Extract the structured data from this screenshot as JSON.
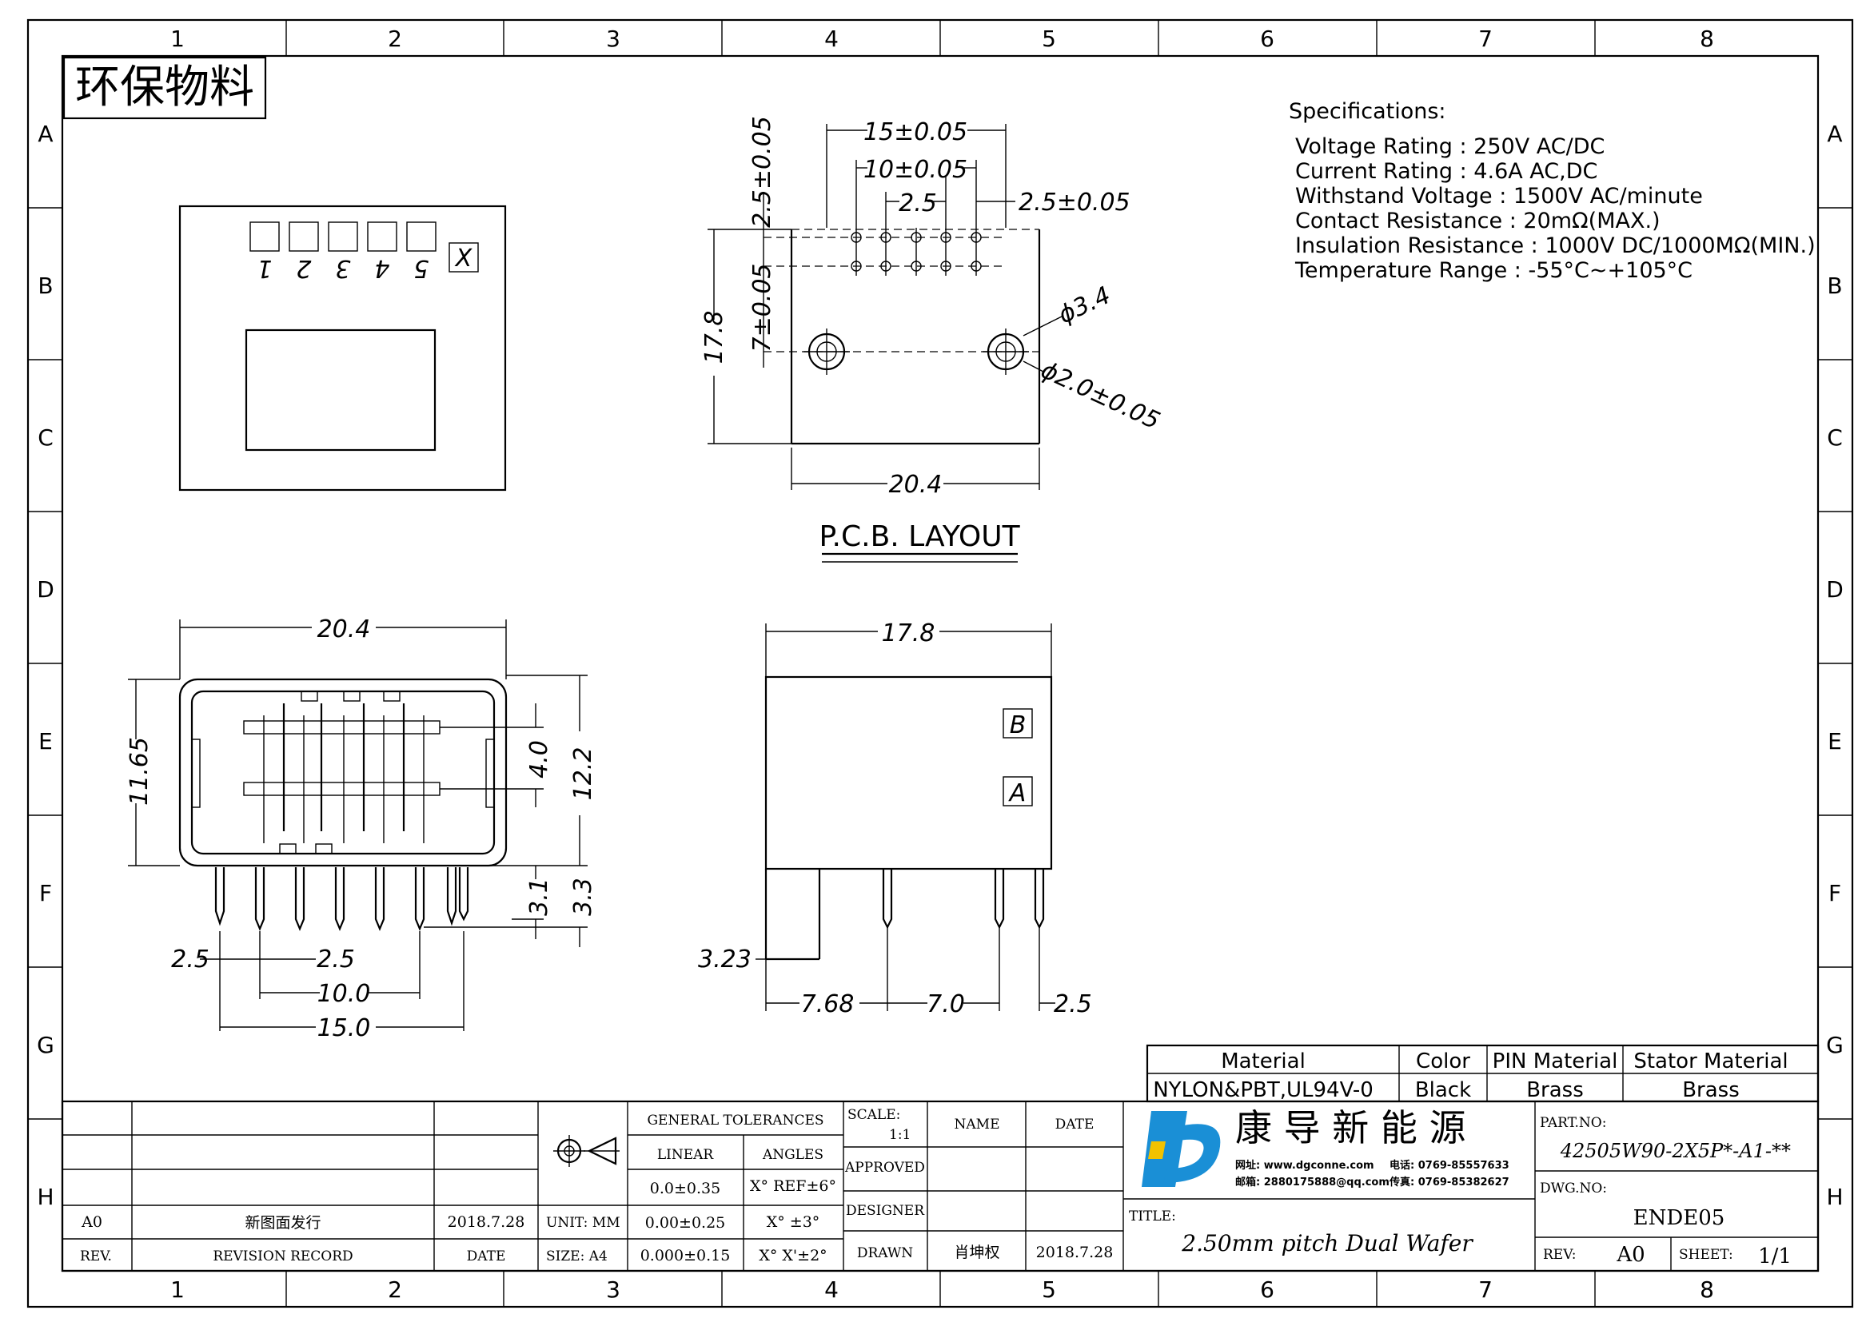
{
  "frame": {
    "columns": [
      "1",
      "2",
      "3",
      "4",
      "5",
      "6",
      "7",
      "8"
    ],
    "rows": [
      "A",
      "B",
      "C",
      "D",
      "E",
      "F",
      "G",
      "H"
    ]
  },
  "eco_label": "环保物料",
  "specs": {
    "title": "Specifications:",
    "items": [
      "Voltage Rating : 250V AC/DC",
      "Current Rating : 4.6A AC,DC",
      "Withstand Voltage : 1500V AC/minute",
      "Contact Resistance : 20mΩ(MAX.)",
      "Insulation Resistance : 1000V DC/1000MΩ(MIN.)",
      "Temperature Range : -55°C~+105°C"
    ]
  },
  "top_view": {
    "pin_numbers": [
      "1",
      "2",
      "3",
      "4",
      "5"
    ],
    "x_mark": "X"
  },
  "pcb": {
    "caption": "P.C.B. LAYOUT",
    "dims": {
      "d15": "15±0.05",
      "d10": "10±0.05",
      "d25": "2.5",
      "d25tol": "2.5±0.05",
      "d25v": "2.5±0.05",
      "d7": "7±0.05",
      "d178": "17.8",
      "d204": "20.4",
      "phi34": "ϕ3.4",
      "phi20": "ϕ2.0±0.05"
    }
  },
  "front_view": {
    "dims": {
      "w": "20.4",
      "h1165": "11.65",
      "h40": "4.0",
      "h122": "12.2",
      "h31": "3.1",
      "h33": "3.3",
      "p25a": "2.5",
      "p25b": "2.5",
      "p10": "10.0",
      "p15": "15.0"
    }
  },
  "side_view": {
    "row_b": "B",
    "row_a": "A",
    "dims": {
      "w": "17.8",
      "h323": "3.23",
      "d768": "7.68",
      "d70": "7.0",
      "d25": "2.5"
    }
  },
  "material_table": {
    "headers": [
      "Material",
      "Color",
      "PIN Material",
      "Stator Material"
    ],
    "values": [
      "NYLON&PBT,UL94V-0",
      "Black",
      "Brass",
      "Brass"
    ]
  },
  "title_block": {
    "rev_row": {
      "rev": "A0",
      "record": "新图面发行",
      "date": "2018.7.28"
    },
    "rev_headers": {
      "rev": "REV.",
      "record": "REVISION RECORD",
      "date": "DATE"
    },
    "unit": "UNIT: MM",
    "size": "SIZE: A4",
    "general_tolerances": "GENERAL TOLERANCES",
    "linear": "LINEAR",
    "angles": "ANGLES",
    "tol_linear": [
      "0.0±0.35",
      "0.00±0.25",
      "0.000±0.15"
    ],
    "tol_angles": [
      "X° REF±6°",
      "X° ±3°",
      "X° X'±2°"
    ],
    "scale_label": "SCALE:",
    "scale_value": "1:1",
    "name_header": "NAME",
    "date_header": "DATE",
    "approved": "APPROVED",
    "designer": "DESIGNER",
    "drawn": "DRAWN",
    "drawn_name": "肖坤权",
    "drawn_date": "2018.7.28",
    "company_name": "康 导 新 能 源",
    "company_line1a": "网址: www.dgconne.com",
    "company_line1b": "电话: 0769-85557633",
    "company_line2a": "邮箱: 2880175888@qq.com",
    "company_line2b": "传真: 0769-85382627",
    "title_label": "TITLE:",
    "title_value": "2.50mm pitch Dual Wafer",
    "part_no_label": "PART.NO:",
    "part_no": "42505W90-2X5P*-A1-**",
    "dwg_no_label": "DWG.NO:",
    "dwg_no": "ENDE05",
    "rev_label": "REV:",
    "rev_value": "A0",
    "sheet_label": "SHEET:",
    "sheet_value": "1/1"
  },
  "colors": {
    "line": "#000000",
    "logo_blue": "#1a8fd6",
    "logo_yellow": "#f2c200"
  }
}
